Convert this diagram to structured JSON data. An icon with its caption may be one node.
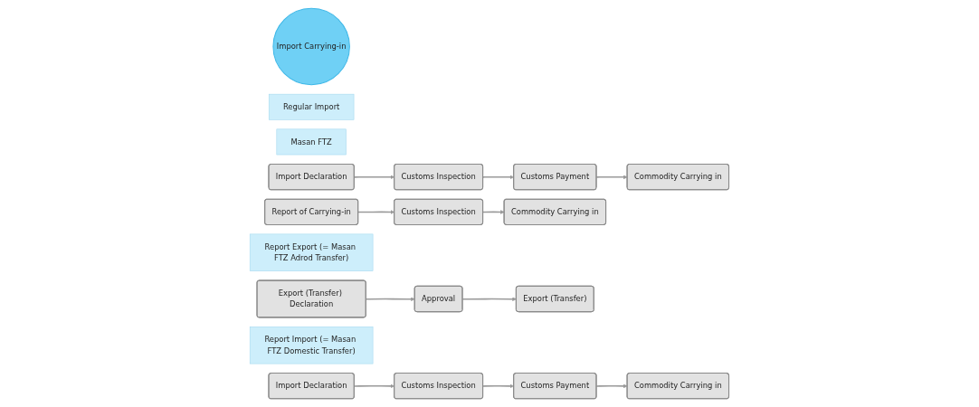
{
  "diagram": {
    "nodes": [
      {
        "text": [
          "Import Carrying-in"
        ]
      },
      {
        "text": [
          "Regular Import"
        ]
      },
      {
        "text": [
          "Masan FTZ"
        ]
      },
      {
        "text": [
          "Import Declaration"
        ]
      },
      {
        "text": [
          "Customs Inspection"
        ]
      },
      {
        "text": [
          "Customs Payment"
        ]
      },
      {
        "text": [
          "Commodity Carrying in"
        ]
      },
      {
        "text": [
          "Report of Carrying-in"
        ]
      },
      {
        "text": [
          "Customs Inspection"
        ]
      },
      {
        "text": [
          "Commodity Carrying in"
        ]
      },
      {
        "text": [
          "Report Export (= Masan FTZ Adrod Transfer)"
        ]
      },
      {
        "text": [
          "Export (Transfer) Declaration"
        ]
      },
      {
        "text": [
          "Approval"
        ]
      },
      {
        "text": [
          "Export (Transfer)"
        ]
      },
      {
        "text": [
          "Report Import (= Masan FTZ Domestic Transfer)"
        ]
      },
      {
        "text": [
          "Import Declaration"
        ]
      },
      {
        "text": [
          "Customs Inspection"
        ]
      },
      {
        "text": [
          "Customs Payment"
        ]
      },
      {
        "text": [
          "Commodity Carrying in"
        ]
      }
    ],
    "edges": [
      {
        "from": 3,
        "to": 4,
        "arrow": "to"
      },
      {
        "from": 4,
        "to": 5,
        "arrow": "to"
      },
      {
        "from": 5,
        "to": 6,
        "arrow": "to"
      },
      {
        "from": 7,
        "to": 8,
        "arrow": "to"
      },
      {
        "from": 8,
        "to": 9,
        "arrow": "to"
      },
      {
        "from": 11,
        "to": 12,
        "arrow": "to"
      },
      {
        "from": 12,
        "to": 13,
        "arrow": "to"
      },
      {
        "from": 15,
        "to": 16,
        "arrow": "to"
      },
      {
        "from": 16,
        "to": 17,
        "arrow": "to"
      },
      {
        "from": 17,
        "to": 18,
        "arrow": "to"
      }
    ]
  }
}
